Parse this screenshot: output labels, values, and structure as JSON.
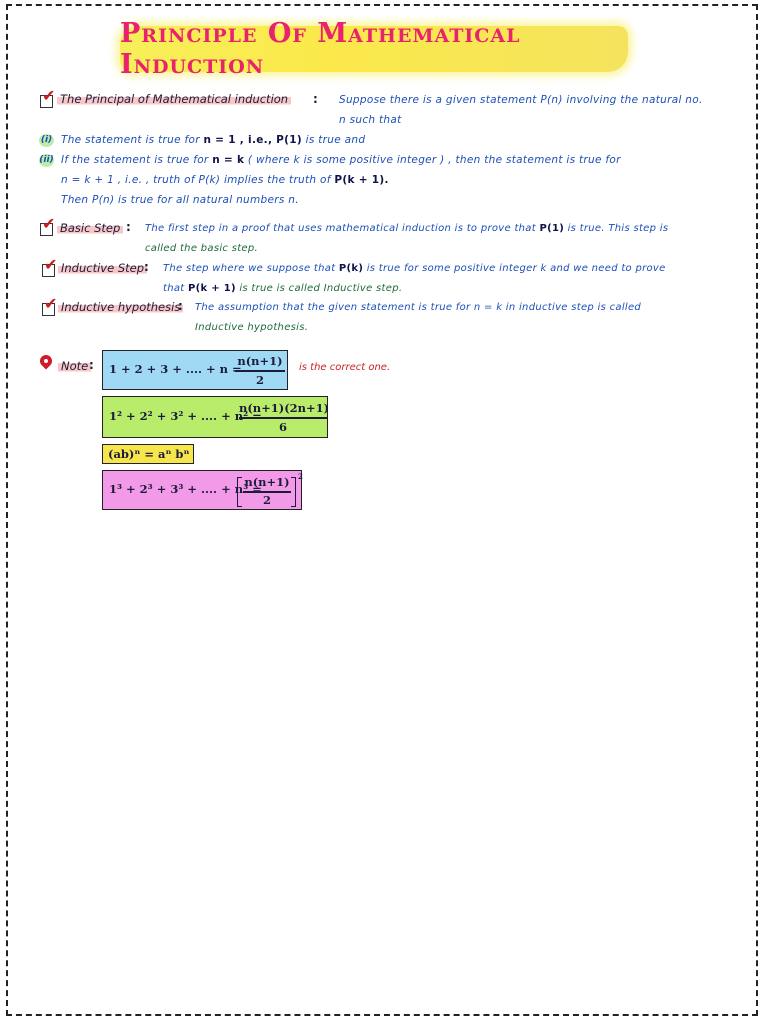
{
  "title": "Principle Of Mathematical Induction",
  "principle": {
    "term": "The Principal of  Mathematical induction",
    "line1": "Suppose there is a given statement P(n) involving  the  natural no.",
    "line2": "n  such  that",
    "item_i_label": "(i)",
    "item_i": "The  statement  is  true  for",
    "item_i_math": "n = 1 , i.e., P(1)",
    "item_i_end": "is  true  and",
    "item_ii_label": "(ii)",
    "item_ii_a": "If  the  statement  is  true  for",
    "item_ii_math1": "n = k",
    "item_ii_b": "( where  k  is  some  positive  integer ) ,  then  the  statement  is  true  for",
    "item_ii_line2": "n = k + 1 ,  i.e. ,  truth  of  P(k)  implies  the  truth  of",
    "item_ii_math2": "P(k + 1).",
    "conclusion": "Then  P(n)  is  true  for  all  natural  numbers  n."
  },
  "basic_step": {
    "term": "Basic Step",
    "line1": "The first step in a proof that uses mathematical induction is to prove that",
    "math": "P(1)",
    "line1_end": "is true.  This  step  is",
    "line2": "called  the  basic step."
  },
  "inductive_step": {
    "term": "Inductive Step",
    "line1": "The  step  where  we  suppose  that",
    "math1": "P(k)",
    "line1_end": "is  true  for  some  positive  integer  k  and  we  need  to  prove",
    "line2_a": "that",
    "math2": "P(k + 1)",
    "line2_b": "is  true  is  called  Inductive  step."
  },
  "inductive_hypothesis": {
    "term": "Inductive hypothesis",
    "line1": "The  assumption  that  the  given  statement  is  true  for  n = k  in  inductive  step  is  called",
    "line2": "Inductive   hypothesis."
  },
  "note": {
    "label": "Note",
    "remark": "is  the  correct  one.",
    "f1_lhs": "1 + 2 + 3 + .... + n  =",
    "f1_num": "n(n+1)",
    "f1_den": "2",
    "f2_lhs": "1² + 2² + 3² + .... + n²  =",
    "f2_num": "n(n+1)(2n+1)",
    "f2_den": "6",
    "f3": "(ab)ⁿ  =  aⁿ bⁿ",
    "f4_lhs": "1³ + 2³ + 3³ + .... + n³ =",
    "f4_num": "n(n+1)",
    "f4_den": "2",
    "f4_exp": "2"
  },
  "colors": {
    "title": "#e8226e",
    "title_highlight": "#f7ef5a",
    "body_text": "#1c4fb8",
    "term_highlight": "#f8c7c7",
    "box1": "#9fd9f3",
    "box2": "#b8ec6a",
    "box3": "#f6e64c",
    "box4": "#f29ae8",
    "note_red": "#d0211f"
  }
}
